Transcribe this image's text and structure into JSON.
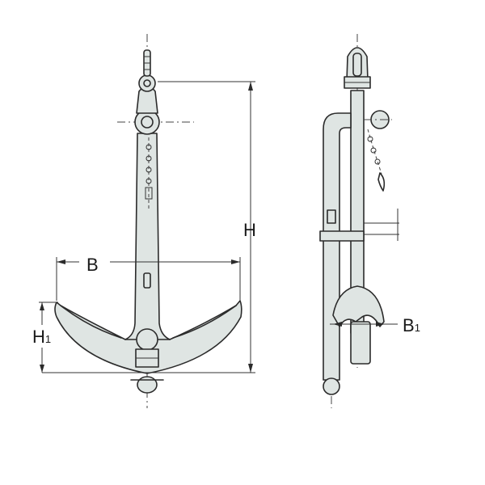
{
  "labels": {
    "height": "H",
    "width": "B",
    "fluke_height": {
      "main": "H",
      "sub": "1"
    },
    "fluke_width": {
      "main": "B",
      "sub": "1"
    }
  },
  "colors": {
    "fill": "#dfe5e3",
    "line": "#2b2b2b",
    "background": "#ffffff"
  }
}
